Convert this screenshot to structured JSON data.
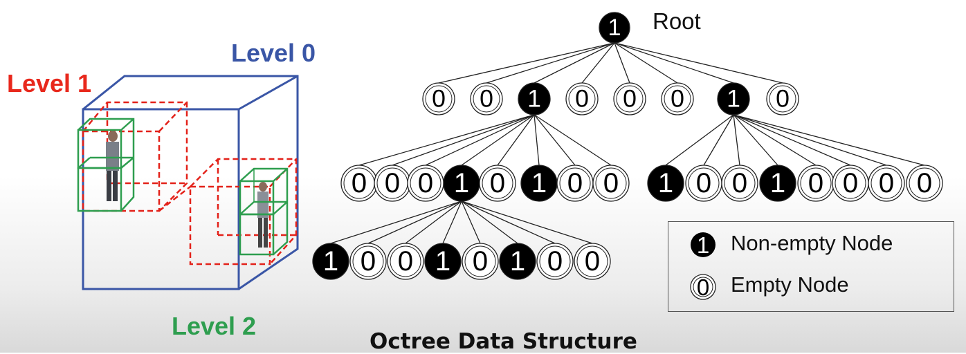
{
  "labels": {
    "level0": "Level 0",
    "level1": "Level 1",
    "level2": "Level 2",
    "caption": "Octree Data Structure",
    "root": "Root"
  },
  "legend": {
    "nonempty": {
      "symbol": "1",
      "label": "Non-empty Node"
    },
    "empty": {
      "symbol": "0",
      "label": "Empty Node"
    }
  },
  "tree": {
    "root": "1",
    "level1": [
      "0",
      "0",
      "1",
      "0",
      "0",
      "0",
      "1",
      "0"
    ],
    "level2a": [
      "0",
      "0",
      "0",
      "1",
      "0",
      "1",
      "0",
      "0"
    ],
    "level2b": [
      "1",
      "0",
      "0",
      "1",
      "0",
      "0",
      "0",
      "0"
    ],
    "level3": [
      "1",
      "0",
      "0",
      "1",
      "0",
      "1",
      "0",
      "0"
    ]
  },
  "colors": {
    "level0": "#3a56a6",
    "level1": "#e8281c",
    "level2": "#2e9e4f",
    "filled": "#000000",
    "empty": "#ffffff"
  }
}
